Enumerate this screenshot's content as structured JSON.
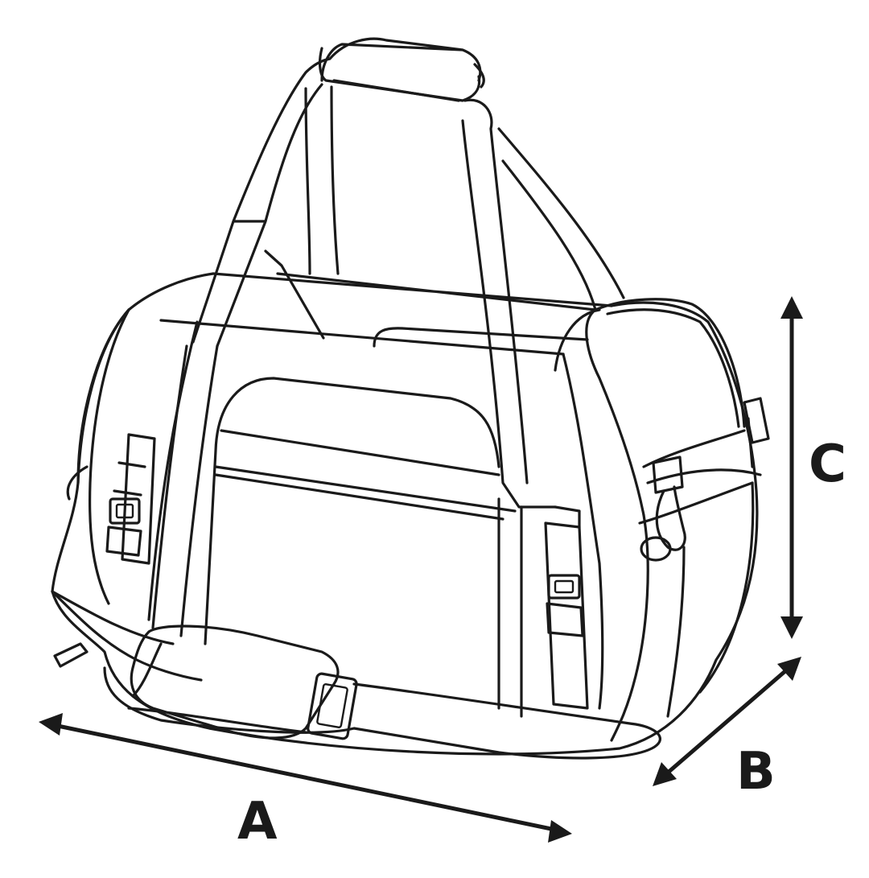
{
  "diagram": {
    "subject": "duffel-bag",
    "dimensions": {
      "a": {
        "label": "A"
      },
      "b": {
        "label": "B"
      },
      "c": {
        "label": "C"
      }
    },
    "colors": {
      "line": "#1a1a1a",
      "background": "#ffffff"
    }
  }
}
